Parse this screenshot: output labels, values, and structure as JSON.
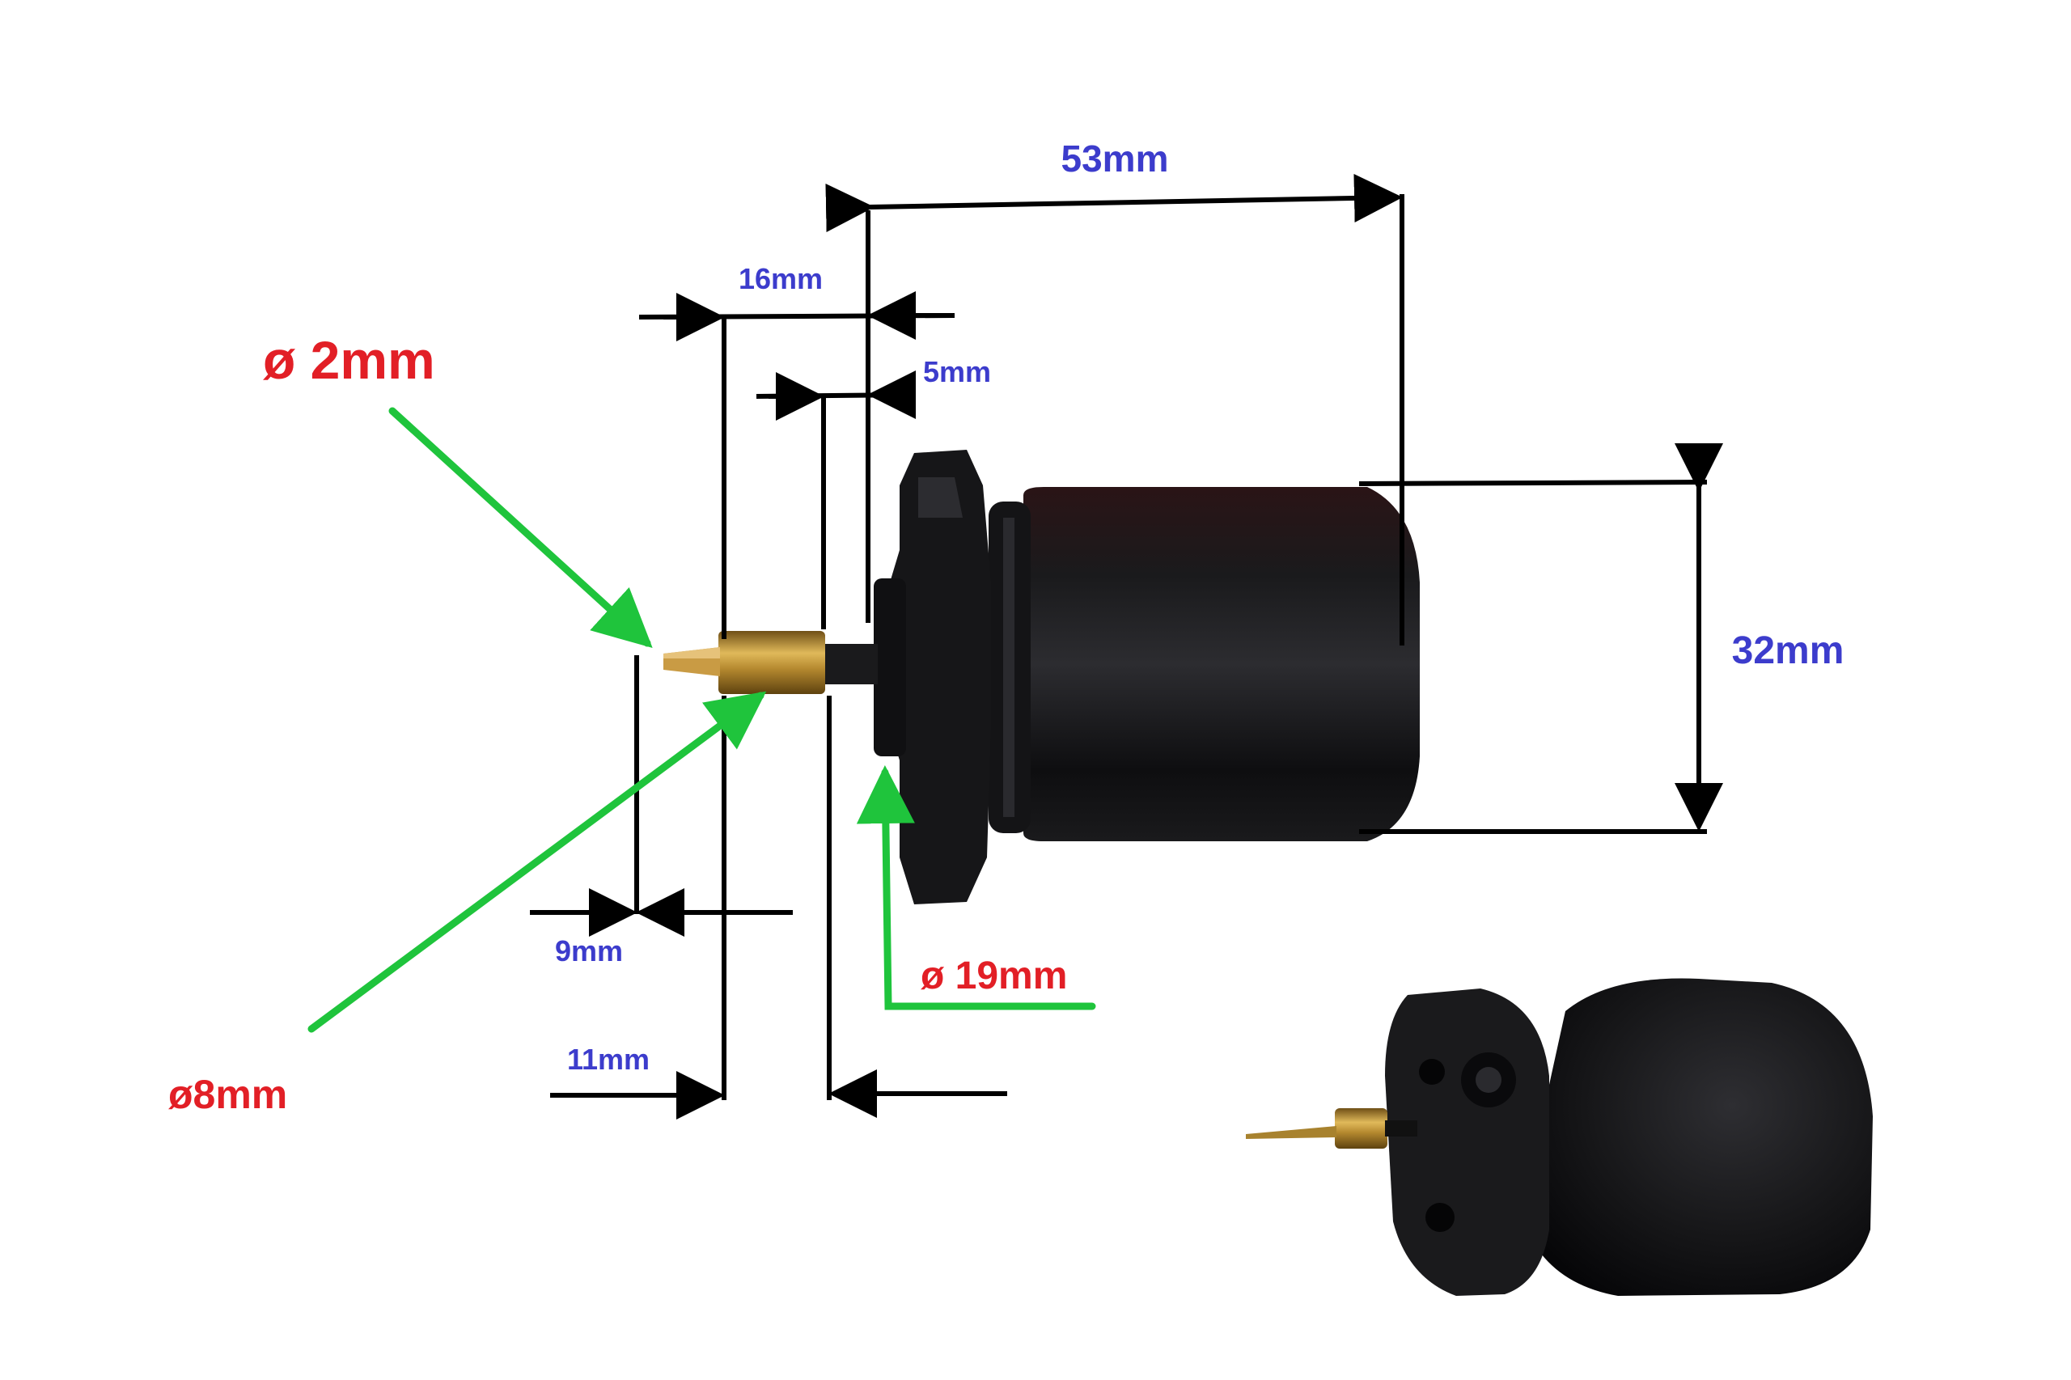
{
  "dimensions": {
    "overall_length": "53mm",
    "flange_offset": "16mm",
    "collar_offset": "5mm",
    "body_diameter": "32mm",
    "tip_length": "9mm",
    "brass_length": "11mm"
  },
  "callouts": {
    "tip_diameter": "ø 2mm",
    "brass_diameter": "ø8mm",
    "flange_diameter": "ø 19mm"
  },
  "colors": {
    "blue_text": "#3c3ccc",
    "red_text": "#e21f26",
    "green_arrow": "#1fc43c",
    "dimension_line": "#000000",
    "part_body": "#121214",
    "brass": "#b5892f"
  },
  "icons": {
    "product": "choke-valve-plunger-icon",
    "product_photo": "choke-valve-3d-view-icon"
  }
}
